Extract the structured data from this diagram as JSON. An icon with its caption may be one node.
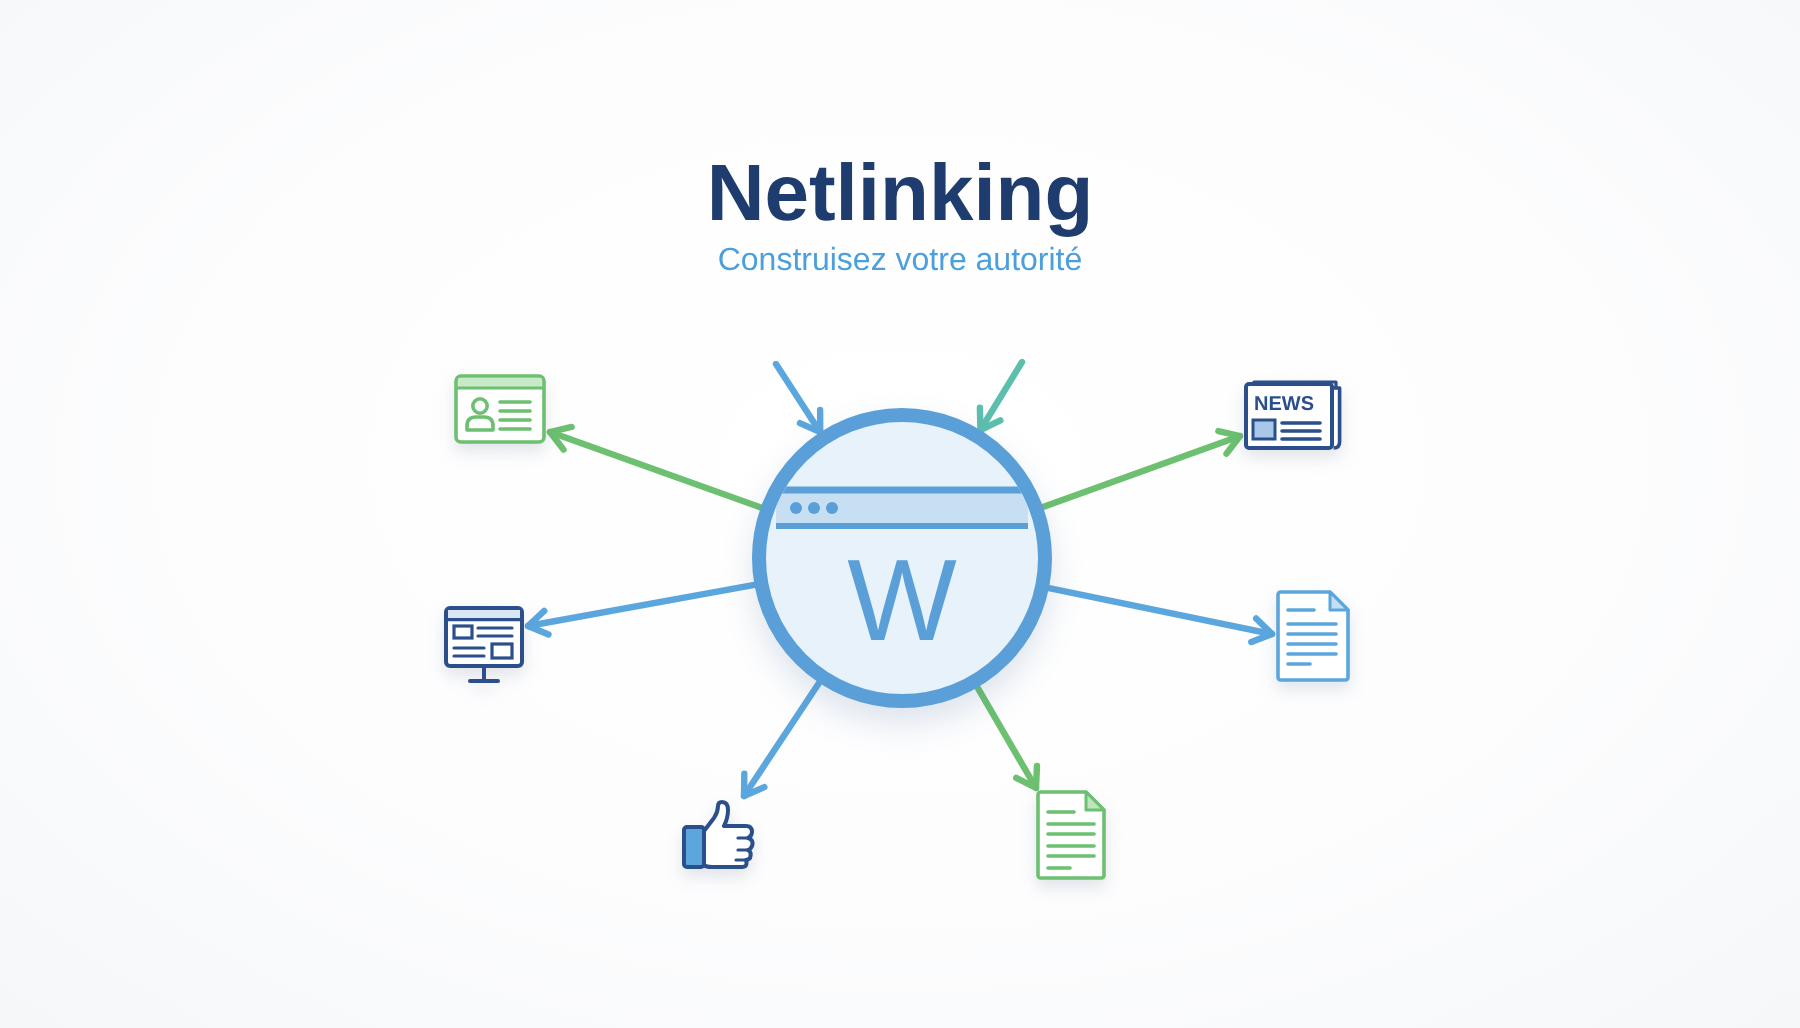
{
  "diagram": {
    "title": "Netlinking",
    "nodes": [
      {
        "text": [
          "W"
        ]
      },
      {
        "text": [],
        "shape": "picture"
      },
      {
        "text": [],
        "shape": "picture"
      },
      {
        "text": [],
        "shape": "picture"
      },
      {
        "text": [],
        "shape": "picture"
      },
      {
        "text": [],
        "shape": "picture"
      },
      {
        "text": [
          "NEWS"
        ]
      }
    ],
    "edges": [
      {
        "from": 0,
        "to": 1,
        "arrow": "to",
        "color": "#6cc070"
      },
      {
        "from": 0,
        "to": 2,
        "arrow": "to"
      },
      {
        "from": 0,
        "to": 3,
        "arrow": "to"
      },
      {
        "from": 0,
        "to": 4,
        "arrow": "to",
        "color": "#6cc070"
      },
      {
        "from": 0,
        "to": 5,
        "arrow": "to"
      },
      {
        "from": 0,
        "to": 6,
        "arrow": "to",
        "color": "#6cc070"
      },
      {
        "from": null,
        "to": 0,
        "arrow": "to"
      },
      {
        "from": null,
        "to": 0,
        "arrow": "to",
        "color": "#5cbfae"
      }
    ],
    "labels": [
      "Construisez votre autorité"
    ]
  }
}
